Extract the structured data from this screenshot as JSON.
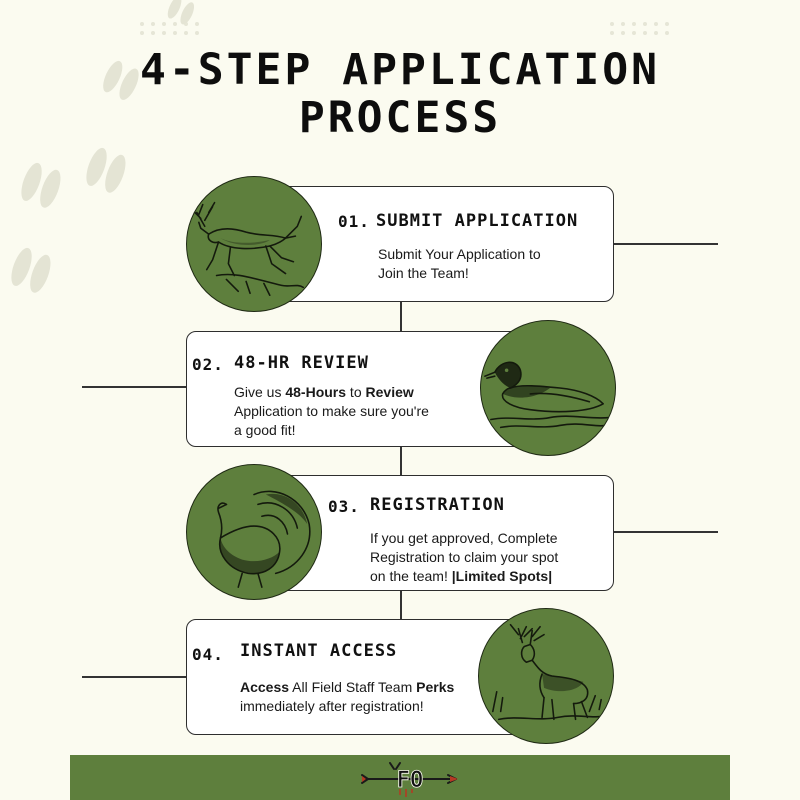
{
  "title_line1": "4-STEP APPLICATION",
  "title_line2": "PROCESS",
  "steps": [
    {
      "number": "01.",
      "title": "SUBMIT APPLICATION",
      "desc": [
        {
          "t": "Submit Your Application to",
          "b": false
        },
        {
          "t": "\n",
          "b": false
        },
        {
          "t": "Join the Team!",
          "b": false
        }
      ],
      "icon": "deer-leaping-icon"
    },
    {
      "number": "02.",
      "title": "48-HR REVIEW",
      "desc": [
        {
          "t": "Give us ",
          "b": false
        },
        {
          "t": "48-Hours",
          "b": true
        },
        {
          "t": " to ",
          "b": false
        },
        {
          "t": "Review",
          "b": true
        },
        {
          "t": "\n",
          "b": false
        },
        {
          "t": "Application to make sure you're",
          "b": false
        },
        {
          "t": "\n",
          "b": false
        },
        {
          "t": "a good fit!",
          "b": false
        }
      ],
      "icon": "duck-icon"
    },
    {
      "number": "03.",
      "title": "REGISTRATION",
      "desc": [
        {
          "t": "If you get approved, Complete",
          "b": false
        },
        {
          "t": "\n",
          "b": false
        },
        {
          "t": "Registration to claim your spot",
          "b": false
        },
        {
          "t": "\n",
          "b": false
        },
        {
          "t": "on the team! ",
          "b": false
        },
        {
          "t": "|Limited Spots|",
          "b": true
        }
      ],
      "icon": "turkey-icon"
    },
    {
      "number": "04.",
      "title": "INSTANT ACCESS",
      "desc": [
        {
          "t": "Access",
          "b": true
        },
        {
          "t": " All Field Staff Team ",
          "b": false
        },
        {
          "t": "Perks",
          "b": true
        },
        {
          "t": "\n",
          "b": false
        },
        {
          "t": "immediately after registration!",
          "b": false
        }
      ],
      "icon": "buck-standing-icon"
    }
  ],
  "footer_logo_text": "FO",
  "colors": {
    "green": "#5e7f3d",
    "background": "#fbfbf0",
    "text": "#111111"
  }
}
